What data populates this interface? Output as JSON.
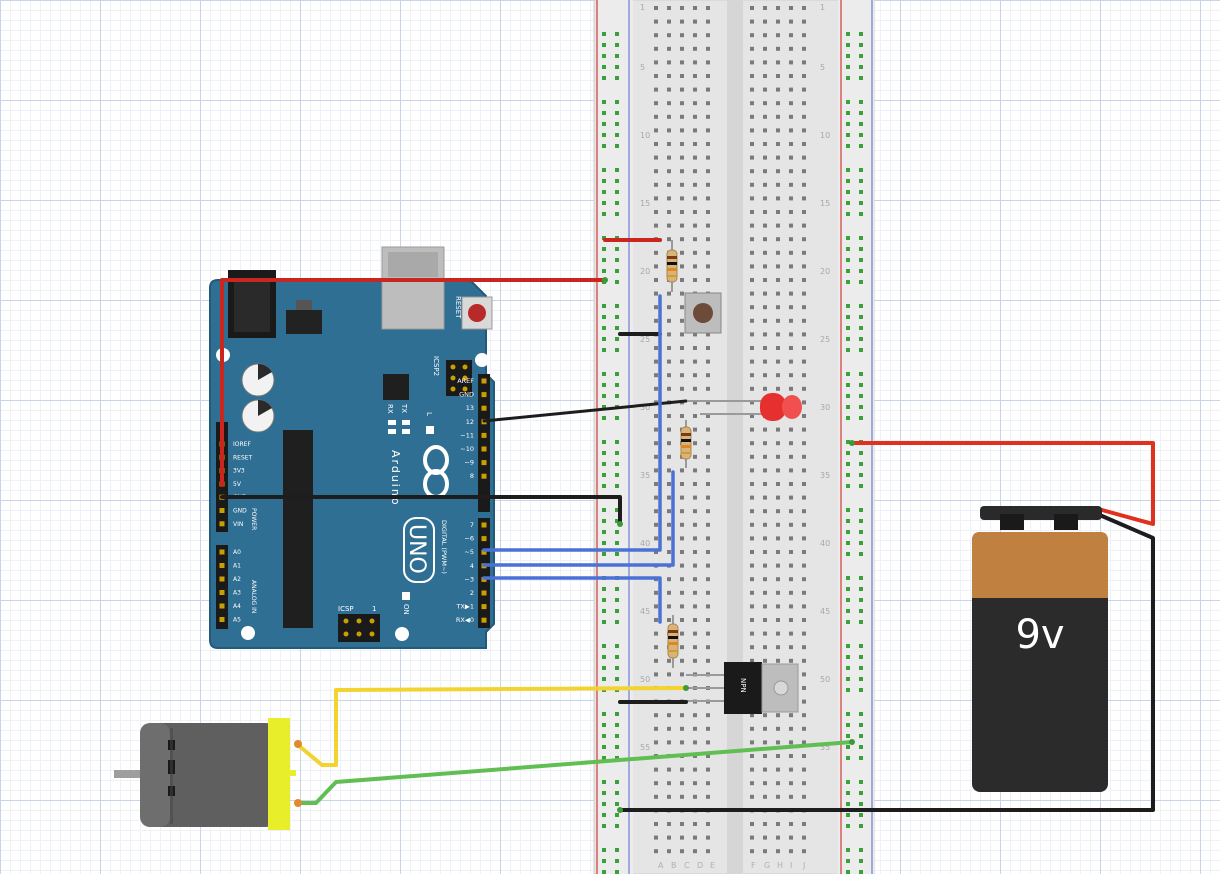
{
  "colors": {
    "board": "#2f6f93",
    "board_edge": "#245a79",
    "breadboard": "#e6e6e6",
    "rail_red": "#d23a3a",
    "rail_blue": "#6f7ed6",
    "wire_red": "#c8261f",
    "wire_black": "#1d1d1d",
    "wire_blue": "#4a71d6",
    "wire_yellow": "#f2d32f",
    "wire_green": "#61be52",
    "battery_top": "#c08040",
    "battery_body": "#2b2b2b",
    "motor_body": "#5f5f5f",
    "motor_cap": "#e9ee2a",
    "led": "#e63030"
  },
  "breadboard": {
    "row_numbers": [
      "1",
      "5",
      "10",
      "15",
      "20",
      "25",
      "30",
      "35",
      "40",
      "45",
      "50",
      "55"
    ],
    "columns_left": [
      "A",
      "B",
      "C",
      "D",
      "E"
    ],
    "columns_right": [
      "F",
      "G",
      "H",
      "I",
      "J"
    ]
  },
  "arduino": {
    "name": "Arduino",
    "model": "UNO",
    "reset_label": "RESET",
    "icsp2_label": "ICSP2",
    "icsp_label": "ICSP",
    "icsp_pin_number": "1",
    "on_label": "ON",
    "l_label": "L",
    "tx_label": "TX",
    "rx_label": "RX",
    "digital_label": "DIGITAL (PWM~)",
    "power_label": "POWER",
    "analog_label": "ANALOG IN",
    "digital_pins": [
      "AREF",
      "GND",
      "13",
      "12",
      "~11",
      "~10",
      "~9",
      "8",
      "7",
      "~6",
      "~5",
      "4",
      "~3",
      "2",
      "TX▶1",
      "RX◀0"
    ],
    "power_pins": [
      "IOREF",
      "RESET",
      "3V3",
      "5V",
      "GND",
      "GND",
      "VIN"
    ],
    "analog_pins": [
      "A0",
      "A1",
      "A2",
      "A3",
      "A4",
      "A5"
    ]
  },
  "transistor": {
    "label": "NPN"
  },
  "battery": {
    "label": "9v"
  }
}
